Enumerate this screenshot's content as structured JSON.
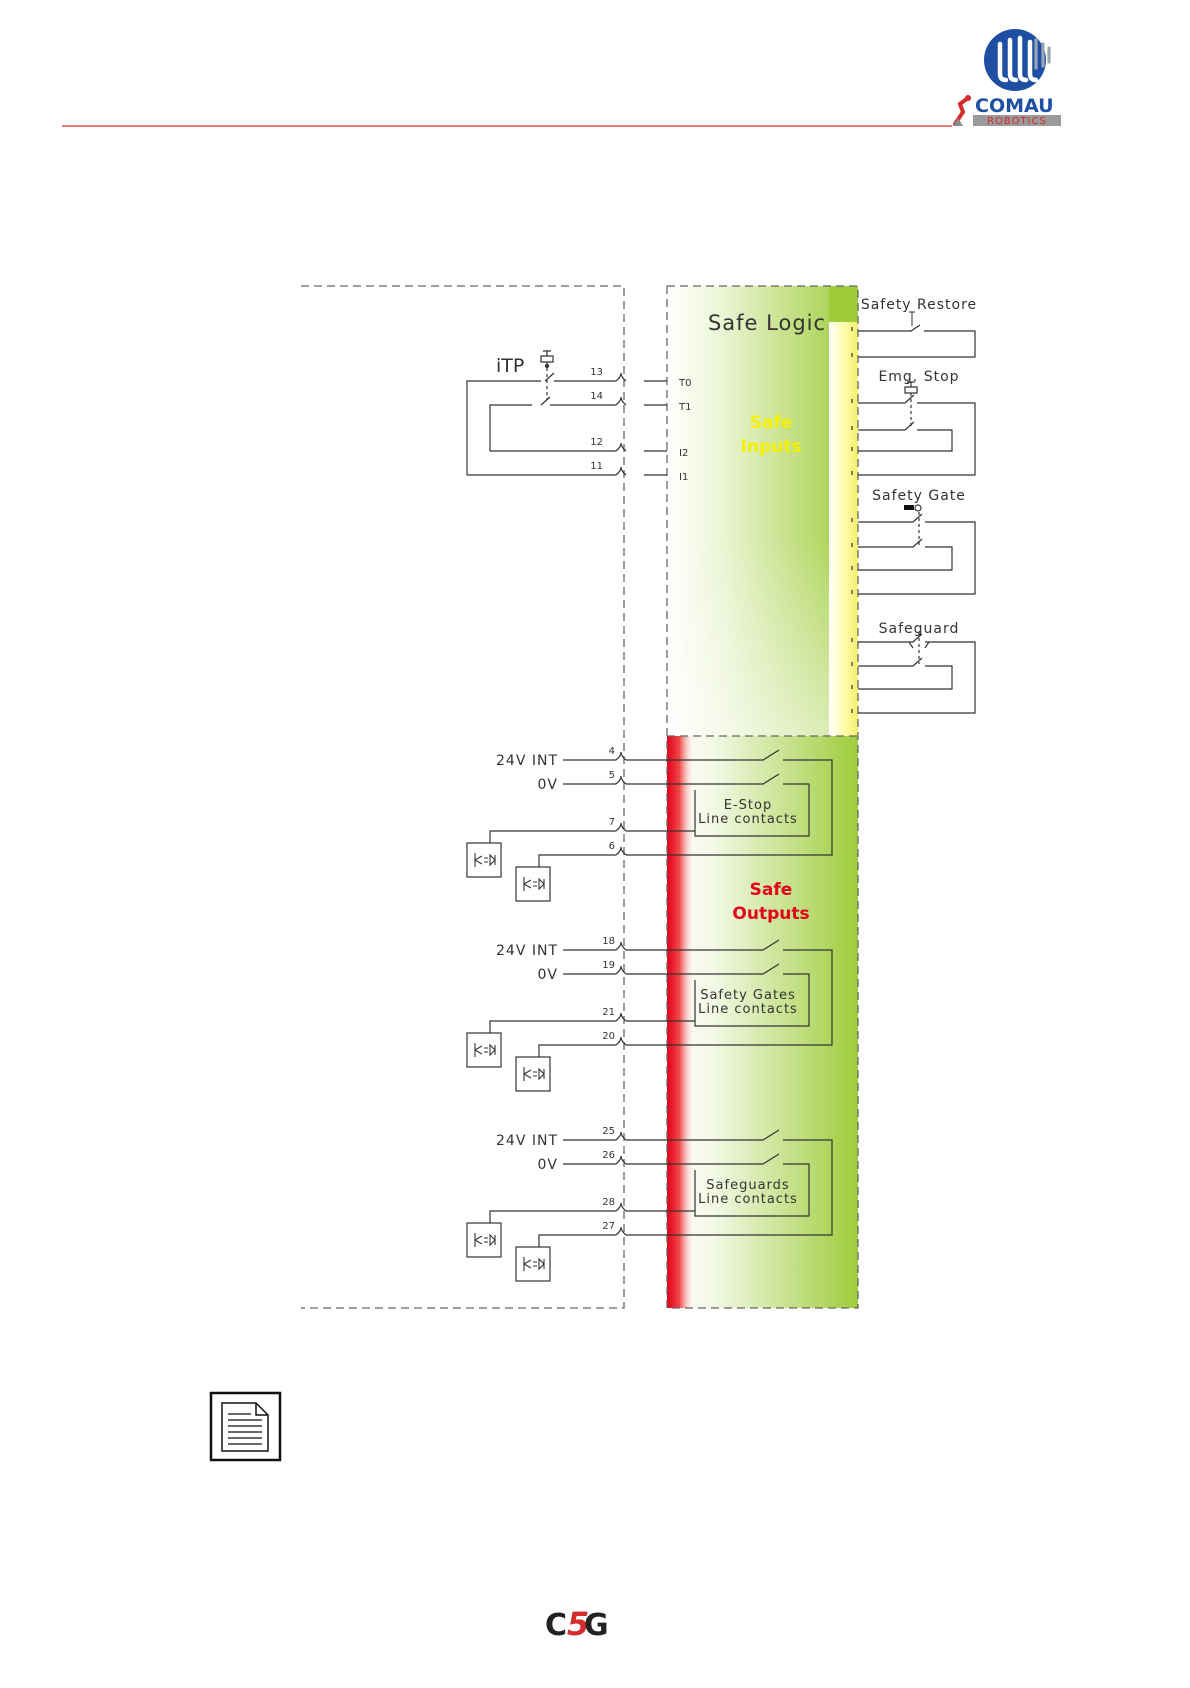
{
  "header": {
    "brand_name": "COMAU",
    "brand_sub": "ROBOTICS",
    "rule_color": "#d42b2b"
  },
  "diagram": {
    "title": "Safe Logic",
    "section_inputs": [
      "Safe",
      "Inputs"
    ],
    "section_outputs": [
      "Safe",
      "Outputs"
    ],
    "itp": {
      "label": "iTP",
      "terminals": [
        "13",
        "14",
        "12",
        "11"
      ],
      "channels": [
        "T0",
        "T1",
        "I2",
        "I1"
      ]
    },
    "right_devices": [
      "Safety Restore",
      "Emg. Stop",
      "Safety Gate",
      "Safeguard"
    ],
    "output_groups": [
      {
        "supply_label": "24V INT",
        "ground_label": "0V",
        "terminals": [
          "4",
          "5",
          "7",
          "6"
        ],
        "box_label": [
          "E-Stop",
          "Line contacts"
        ]
      },
      {
        "supply_label": "24V INT",
        "ground_label": "0V",
        "terminals": [
          "18",
          "19",
          "21",
          "20"
        ],
        "box_label": [
          "Safety Gates",
          "Line contacts"
        ]
      },
      {
        "supply_label": "24V INT",
        "ground_label": "0V",
        "terminals": [
          "25",
          "26",
          "28",
          "27"
        ],
        "box_label": [
          "Safeguards",
          "Line contacts"
        ]
      }
    ],
    "colors": {
      "green_dark": "#9fcc3b",
      "inputs_text": "#f5f000",
      "outputs_text": "#e3001b",
      "red_band": "#e3001b",
      "yellow_band": "#fffdb0"
    }
  },
  "footer": {
    "note_icon": "document-icon",
    "footer_logo": "C5G"
  }
}
